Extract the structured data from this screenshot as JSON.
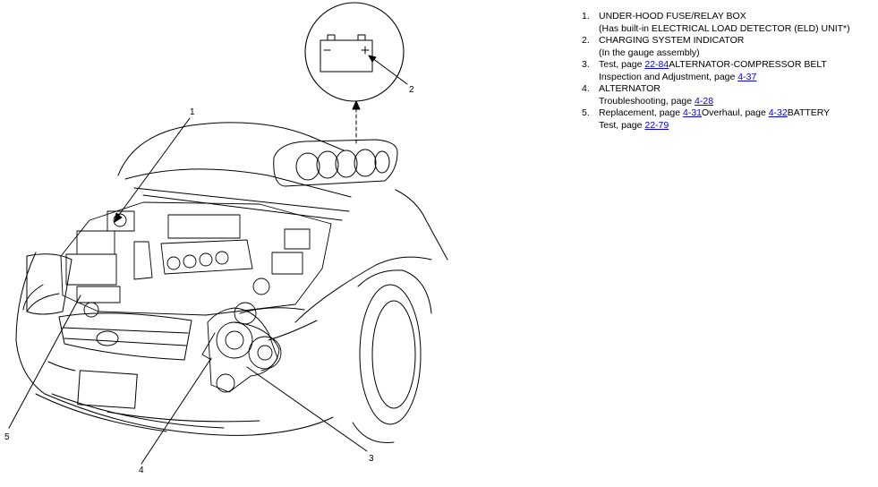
{
  "callouts": {
    "c1": "1",
    "c2": "2",
    "c3": "3",
    "c4": "4",
    "c5": "5"
  },
  "legend": [
    {
      "num": "1.",
      "lines": [
        [
          {
            "text": "UNDER-HOOD FUSE/RELAY BOX"
          }
        ],
        [
          {
            "text": "(Has built-in ELECTRICAL LOAD DETECTOR (ELD) UNIT*)"
          }
        ]
      ]
    },
    {
      "num": "2.",
      "lines": [
        [
          {
            "text": "CHARGING SYSTEM INDICATOR"
          }
        ],
        [
          {
            "text": "(In the gauge assembly)"
          }
        ]
      ]
    },
    {
      "num": "3.",
      "lines": [
        [
          {
            "text": "Test, page "
          },
          {
            "text": "22-84",
            "link": true
          },
          {
            "text": "ALTERNATOR-COMPRESSOR BELT"
          }
        ],
        [
          {
            "text": "Inspection and Adjustment, page "
          },
          {
            "text": "4-37",
            "link": true
          }
        ]
      ]
    },
    {
      "num": "4.",
      "lines": [
        [
          {
            "text": "ALTERNATOR"
          }
        ],
        [
          {
            "text": "Troubleshooting, page "
          },
          {
            "text": "4-28",
            "link": true
          }
        ]
      ]
    },
    {
      "num": "5.",
      "lines": [
        [
          {
            "text": "Replacement, page "
          },
          {
            "text": "4-31",
            "link": true
          },
          {
            "text": "Overhaul, page "
          },
          {
            "text": "4-32",
            "link": true
          },
          {
            "text": "BATTERY"
          }
        ],
        [
          {
            "text": "Test, page "
          },
          {
            "text": "22-79",
            "link": true
          }
        ]
      ]
    }
  ]
}
